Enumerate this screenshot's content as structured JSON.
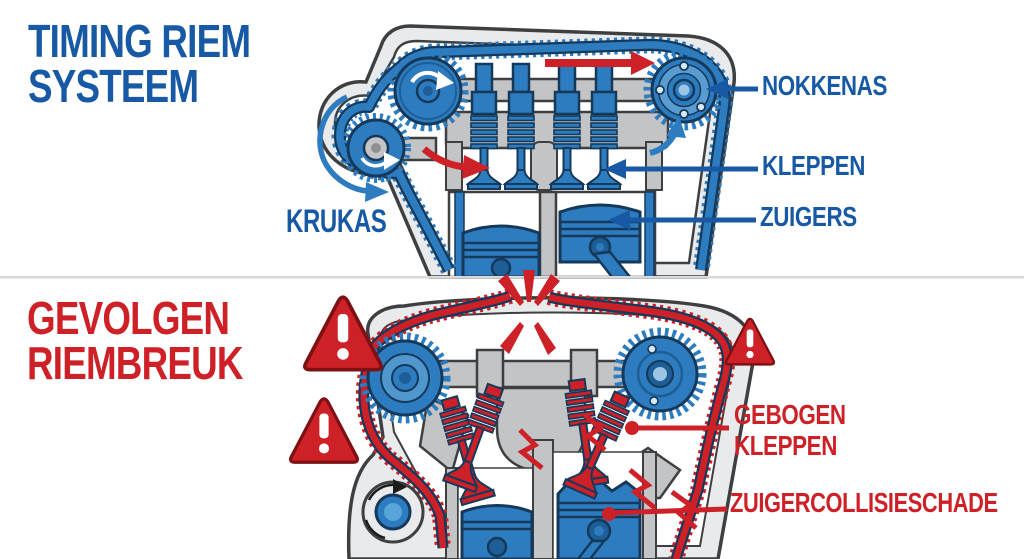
{
  "top_section": {
    "title_line1": "TIMING RIEM",
    "title_line2": "SYSTEEM",
    "labels": {
      "nokkenas": "NOKKENAS",
      "kleppen": "KLEPPEN",
      "zuigers": "ZUIGERS",
      "krukas": "KRUKAS"
    }
  },
  "bottom_section": {
    "title_line1": "GEVOLGEN",
    "title_line2": "RIEMBREUK",
    "labels": {
      "gebogen_line1": "GEBOGEN",
      "gebogen_line2": "KLEPPEN",
      "zuigercollisieschade": "ZUIGERCOLLISIESCHADE"
    }
  },
  "colors": {
    "text_blue": "#1759A4",
    "text_red": "#CE2027",
    "part_blue": "#2E7CC0",
    "part_blue_dark": "#1D5E96",
    "light_blue": "#9CC4E4",
    "outline_navy": "#15395A",
    "outline_gray": "#3E3F41",
    "gray_light": "#E9EAEB",
    "gray_mid": "#C2C4C6",
    "belt_red": "#CE2027",
    "red_dark": "#7E1013",
    "divider": "#D8D9DA",
    "bg": "#FFFFFF"
  }
}
